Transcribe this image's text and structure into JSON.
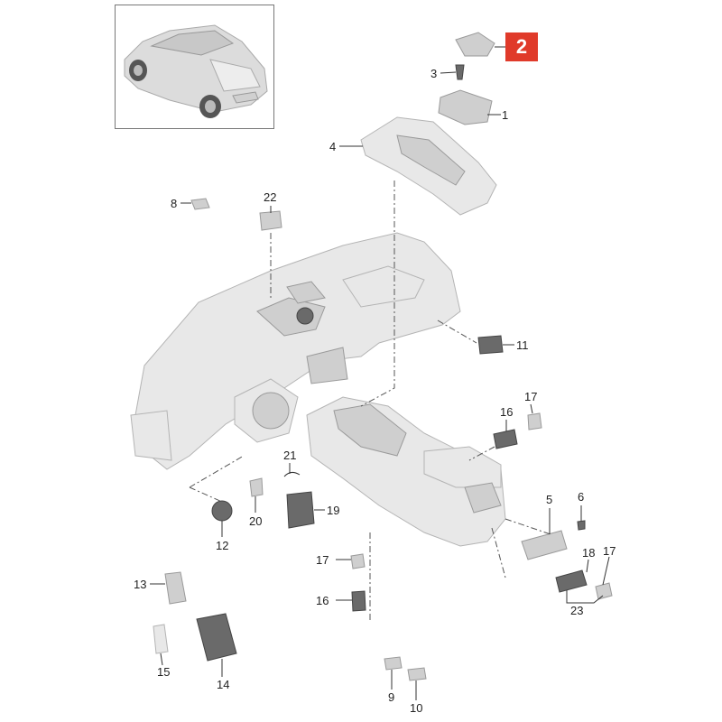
{
  "badge": "2",
  "callouts": [
    "1",
    "3",
    "4",
    "8",
    "22",
    "11",
    "17",
    "16",
    "21",
    "5",
    "6",
    "20",
    "19",
    "12",
    "17",
    "18",
    "17",
    "13",
    "16",
    "23",
    "15",
    "14",
    "9",
    "10"
  ],
  "colors": {
    "badge": "#e03a2a",
    "line": "#333333",
    "part": "#e6e6e6",
    "part_edge": "#b0b0b0"
  }
}
